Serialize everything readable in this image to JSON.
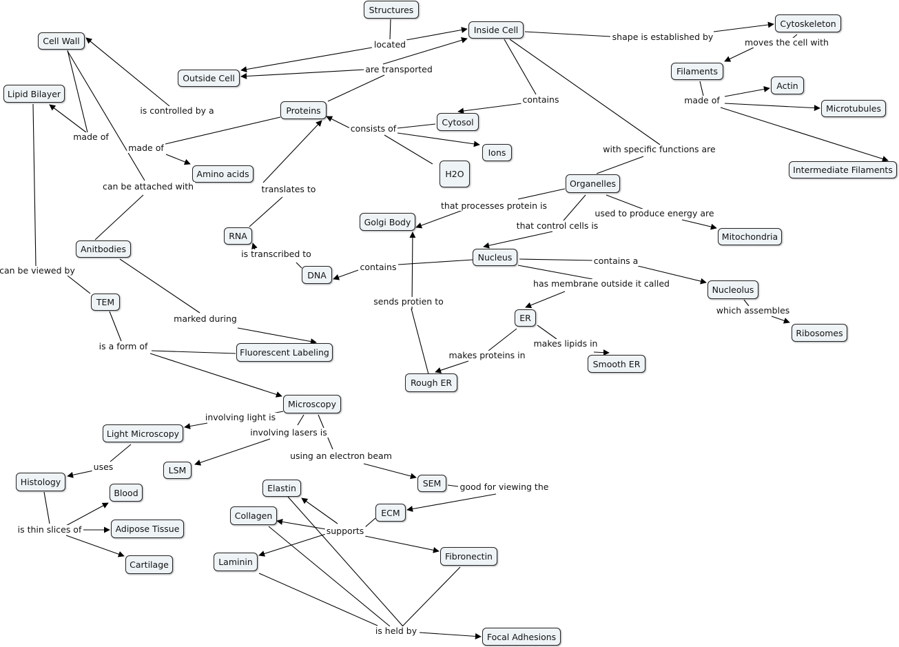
{
  "concepts": {
    "structures": "Structures",
    "inside_cell": "Inside Cell",
    "cytoskeleton": "Cytoskeleton",
    "cell_wall": "Cell Wall",
    "outside_cell": "Outside Cell",
    "lipid_bilayer": "Lipid Bilayer",
    "filaments": "Filaments",
    "actin": "Actin",
    "microtubules": "Microtubules",
    "intermediate_filaments": "Intermediate Filaments",
    "proteins": "Proteins",
    "cytosol": "Cytosol",
    "ions": "Ions",
    "h2o": "H2O",
    "amino_acids": "Amino acids",
    "organelles": "Organelles",
    "golgi_body": "Golgi Body",
    "rna": "RNA",
    "mitochondria": "Mitochondria",
    "anitbodies": "Anitbodies",
    "nucleus": "Nucleus",
    "dna": "DNA",
    "nucleolus": "Nucleolus",
    "tem": "TEM",
    "er": "ER",
    "ribosomes": "Ribosomes",
    "fluorescent_labeling": "Fluorescent Labeling",
    "smooth_er": "Smooth ER",
    "rough_er": "Rough ER",
    "microscopy": "Microscopy",
    "light_microscopy": "Light Microscopy",
    "lsm": "LSM",
    "histology": "Histology",
    "sem": "SEM",
    "elastin": "Elastin",
    "blood": "Blood",
    "ecm": "ECM",
    "collagen": "Collagen",
    "adipose_tissue": "Adipose Tissue",
    "fibronectin": "Fibronectin",
    "laminin": "Laminin",
    "cartilage": "Cartilage",
    "focal_adhesions": "Focal Adhesions"
  },
  "linking_phrases": {
    "located": "located",
    "are_transported": "are transported",
    "shape_established": "shape is established by",
    "moves_cell_with": "moves the cell with",
    "made_of_filaments": "made of",
    "is_controlled_by": "is controlled by a",
    "made_of_cellwall": "made of",
    "made_of_proteins": "made of",
    "consists_of": "consists of",
    "contains_inside": "contains",
    "specific_functions": "with specific functions are",
    "can_be_attached": "can be attached with",
    "translates_to": "translates to",
    "processes_protein": "that processes protein is",
    "used_energy": "used to produce energy are",
    "control_cells": "that control cells is",
    "transcribed_to": "is transcribed to",
    "contains_nucleus": "contains",
    "contains_a": "contains a",
    "can_be_viewed": "can be viewed by",
    "has_membrane": "has membrane outside it called",
    "sends_protien": "sends protien to",
    "which_assembles": "which assembles",
    "marked_during": "marked during",
    "makes_lipids": "makes lipids in",
    "is_form_of": "is a form of",
    "makes_proteins": "makes proteins in",
    "involving_light": "involving light is",
    "involving_lasers": "involving lasers is",
    "uses": "uses",
    "electron_beam": "using an electron beam",
    "good_viewing": "good for viewing the",
    "thin_slices": "is thin slices of",
    "supports": "supports",
    "is_held_by": "is held by"
  }
}
